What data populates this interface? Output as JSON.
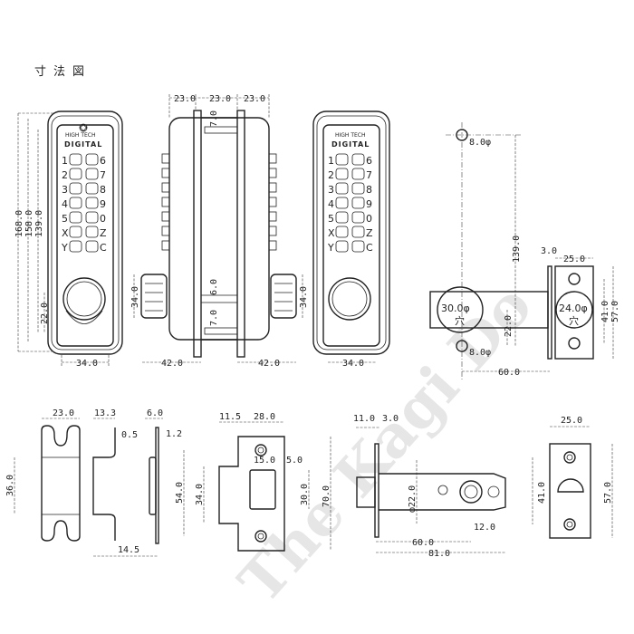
{
  "title": "寸法図",
  "watermark": "The Kagi Do",
  "lock_face": {
    "brand_top": "HIGH TECH",
    "brand_main": "DIGITAL",
    "left_keys": [
      "1",
      "2",
      "3",
      "4",
      "5",
      "X",
      "Y"
    ],
    "right_keys": [
      "6",
      "7",
      "8",
      "9",
      "0",
      "Z",
      "C"
    ]
  },
  "dimensions": {
    "front": {
      "h168": "168.0",
      "h158": "158.0",
      "h139": "139.0",
      "h22": "22.0",
      "w34": "34.0"
    },
    "side": {
      "w23a": "23.0",
      "w23b": "23.0",
      "w23c": "23.0",
      "top7": "7.0",
      "mid6": "6.0",
      "bot7": "7.0",
      "knobL34": "34.0",
      "knobR34": "34.0",
      "depthL42": "42.0",
      "depthR42": "42.0"
    },
    "front2": {
      "w34": "34.0"
    },
    "drill": {
      "hole_top": "8.0φ",
      "hole_bottom": "8.0φ",
      "bore30": "30.0φ",
      "bore30_label": "穴",
      "bore24": "24.0φ",
      "bore24_label": "穴",
      "h139": "139.0",
      "h22": "22.0",
      "t3": "3.0",
      "w25": "25.0",
      "h41": "41.0",
      "h57": "57.0",
      "backset60": "60.0"
    },
    "strike_box": {
      "w23": "23.0",
      "h36": "36.0",
      "d13_3": "13.3",
      "t0_5": "0.5",
      "d14_5": "14.5"
    },
    "strike_side": {
      "w6": "6.0",
      "t1_2": "1.2"
    },
    "strike_plate": {
      "w11_5": "11.5",
      "w28": "28.0",
      "w15": "15.0",
      "w5": "5.0",
      "h54": "54.0",
      "h34": "34.0",
      "h30": "30.0",
      "h70": "70.0"
    },
    "latch": {
      "w11": "11.0",
      "t3": "3.0",
      "d22": "φ22.0",
      "w12": "12.0",
      "l60": "60.0",
      "l81": "81.0"
    },
    "latch_face": {
      "w25": "25.0",
      "h41": "41.0",
      "h57": "57.0"
    }
  }
}
